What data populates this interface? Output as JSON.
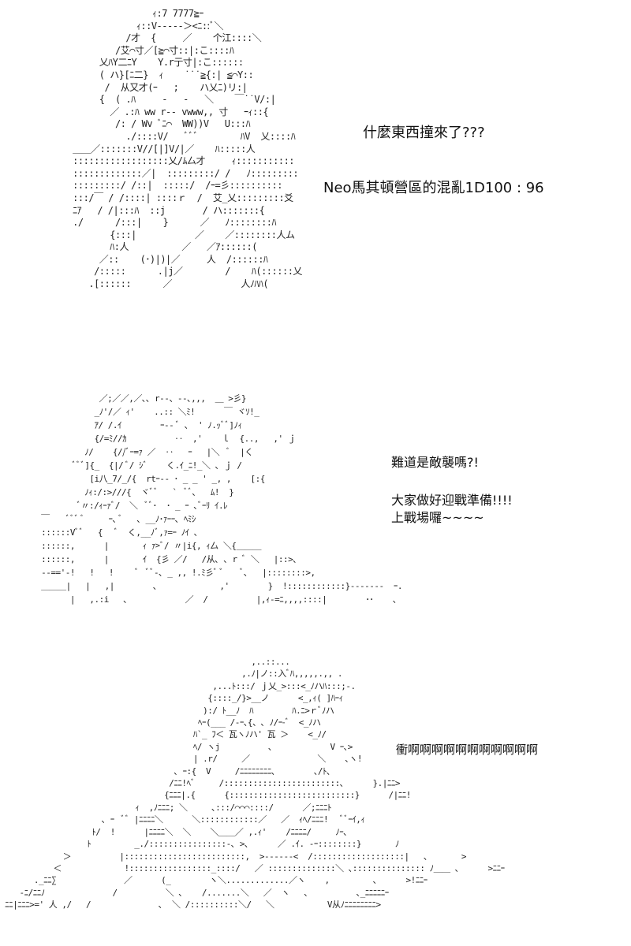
{
  "panels": [
    {
      "art": "                  ｨ:7 7777≧ｰ\n               ｨ::V-----＞<ﾆ::ﾞ＼\n             /才  {     ／    个江::::＼\n           /艾⌒寸／[≧⌒寸::|:こ::::ﾊ\n        乂ﾊY二ﾆY    Y.r亍寸|:こ::::::\n        ( ハ}[ﾆ二}  ｨ    ˙˙˙≧{:| ≦⌒Y::\n         /  从又才(ｰ   ;    ハ乂ﾆ)リ:|\n        {  ( .ﾊ     -   -   ＼    ￣˙˙V/:|\n          ／ .:ﾊ ww r-- vwww,, 寸   ｰｨ::{\n           /: / Wv ﾞﾆ⌒  WW))V   U:::ﾊ\n             ./::::V/   ﾞﾞﾞ        ﾊV  乂::::ﾊ\n   ＿＿／:::::::V//[|]V/|／    ﾊ:::::人\n   ::::::::::::::::::乂/ﾑ厶才     ｨ:::::::::::\n   :::::::::::::／|  :::::::::/ /   ﾉ:::::::::\n   :::::::::/ /::|  :::::/  /ｰ=彡::::::::::\n   :::/￣ / /::::| ::::ｒ  /  艾_乂:::::::::爻\n   ﾆｱ   / /|:::ﾊ  ::j       / ハ:::::::{\n   ./      /:::|    }      ／   ﾉ::::::::ﾊ\n          {:::|           ／    ／::::::::人ム\n          ﾊ:人          ／   ／ｱ::::::(\n        ／::    (･)|)|／     人  /::::::ﾊ\n       /:::::      .|j／        /    ﾊ(::::::乂\n      .[::::::      ／             人ﾉﾊﾊ(",
      "lines": [
        "什麼東西撞來了???",
        "Neo馬其頓營區的混亂1D100 : 96"
      ]
    },
    {
      "art": "             ／;／／,／､､ r-‐、‐-､,,,  ＿ >彡}\n            _ﾉ'/／ ｨ'    ..:: ＼ﾐ!      ￣ ヾｿ!_\n            ｱ/ /.ｲ        ｰ-‐ ﾞ ､  ' ﾉ.ｯﾞﾞ]ﾉｨ\n            {/=ﾐ//ｶ          ‥  ,'    ｌ  {..,   ,' ｊ\n          ﾉ/    {//ﾞｰ=ｧ ／  ‥   ｰ   |＼  ﾞ  |く\n        ﾞﾞﾞ]{_  {|/ ﾞ/ ｼﾞ    く.ｲ_ﾆ!_＼ ､ ｊ /\n           [i八_7/_/{  rtｰ-- ･ _ _ ' _, ,    [:{\n          ﾉｨ:/:>///{  ヾﾞﾞ   `  ﾞﾞ､   ﾑ!  }\n         ﾞ〃:/ｨｰｧﾞ/  ＼  ﾞﾞ･  ･ _ ｰ ､ﾞｰﾘ ｲ.ﾚ\n ￣    ﾞﾞﾞ ﾞ     ｰ､ ﾞ   ､ __ﾉ･ｧｰｰ､ ﾍﾐｼ\n ::::::Vﾞﾞ   {   ﾞ  く,__ﾉﾞ,ｧ=ｰ ﾉｲ ､\n ::::::,      |       ｨ ｧ>ﾞ/ 〃|i{, ｨ厶 ＼{＿＿＿\n ::::::,      |       ｲ  {彡 ／/   /从､ ､ r ﾞ ＼   |::>､\n ‐‐=='‐!   !   !     ﾞ  ﾞﾞ-､ _ ,, !.ﾐ彡ﾞ ﾞ    ﾞ､   |::::::::>,\n ＿＿＿|   |   ,|        ､             ,'        }  !::::::::::::}‐------  ｰ.\n       |   ,.:i   ､            ／  /          |,ｨ‐=ﾆ,,,,::::|        ･･    ､",
      "lines": [
        "難道是敵襲嗎?!",
        "大家做好迎戰準備!!!!",
        "上戰場囉~~~~"
      ]
    },
    {
      "art": "                                                    ,..::...\n                                                  ,.ﾉ|ノ::入ﾞﾊ,,,,,.,, .\n                                            ,...ﾄ:::/ ｊ乂_>:::<_ﾉハﾊ:::;-.\n                                           {::::_/}>__ノ      <_,ｨ( ]ﾊｰｨ\n                                          ):/ ﾄ__ﾉ  ﾊ        ﾊ.ﾆ>ｒﾞﾉハ\n                                         ﾍｰ(___ /‐ｰ､{、､ ﾉ/ｰ-ﾞ  <_ﾉハ\n                                        ﾊ`_ ﾌ＜ 瓦ヽﾉハ' 瓦 ＞    <_ﾉ/\n                                        ﾍ/ ヽj          ､            V ｰ､>\n                                        | .r/     ／              ＼    ､ヽ!\n                                    ､ ｰ:{  V     /ﾆﾆﾆﾆﾆﾆﾆﾆ､        ､/ﾄ､\n                                   /ﾆﾆ!ﾍﾞ     /::::::::::::::::::::::::､      }.|ﾆﾆ>\n                                  {ﾆﾆﾆ|.{      {::::::::::::::::::::::::::}      /|ﾆﾆ!\n                            ｨ  ,ﾉﾆﾆﾆ; ＼     ､:::/⌒⌒⌒::::/      ／;ﾆﾆﾆﾄ\n                     ､ ｰ  ﾞﾞ |ﾆﾆﾆﾆ＼      ＼::::::::::::／   ／  ｨﾍ/ﾆﾆﾆ!   ﾞﾞｰｲ,ｨ\n                   ﾄ/  !      |ﾆﾆﾆﾆ＼  ＼    ＼＿＿／ ,.ｨ'    /ﾆﾆﾆﾆ/     ﾉｰ､\n                  ﾄ         _./::::::::::::::::-､ >､      ／ .ｲ. -ｰ::::::::}       ﾉ\n             ＞          |:::::::::::::::::::::::::,  >------<  /:::::::::::::::::::|   ､       >\n           ＜             !:::::::::::::::::_::::/   ／ ::::::::::::::＼ ､::::::::::::::: ﾉ＿＿ ､      >ﾆﾆｰ\n       ._ﾆﾆ∑              ／      (_        ヽ＼.............／ヽ    ,         ､      >!ﾆﾆｰ\n    -ﾆ/ﾆﾆﾉ              /          ＼ ､    /.......＼   ／  ヽ   ､          ､_ﾆﾆﾆﾆﾆｰ\n ﾆﾆ|ﾆﾆﾆ>=' 人 ,/   /              ､  ＼ /::::::::::＼/   ＼           V从ﾉﾆﾆﾆﾆﾆﾆﾆﾆ>",
      "lines": [
        "衝啊啊啊啊啊啊啊啊啊啊啊"
      ]
    }
  ]
}
